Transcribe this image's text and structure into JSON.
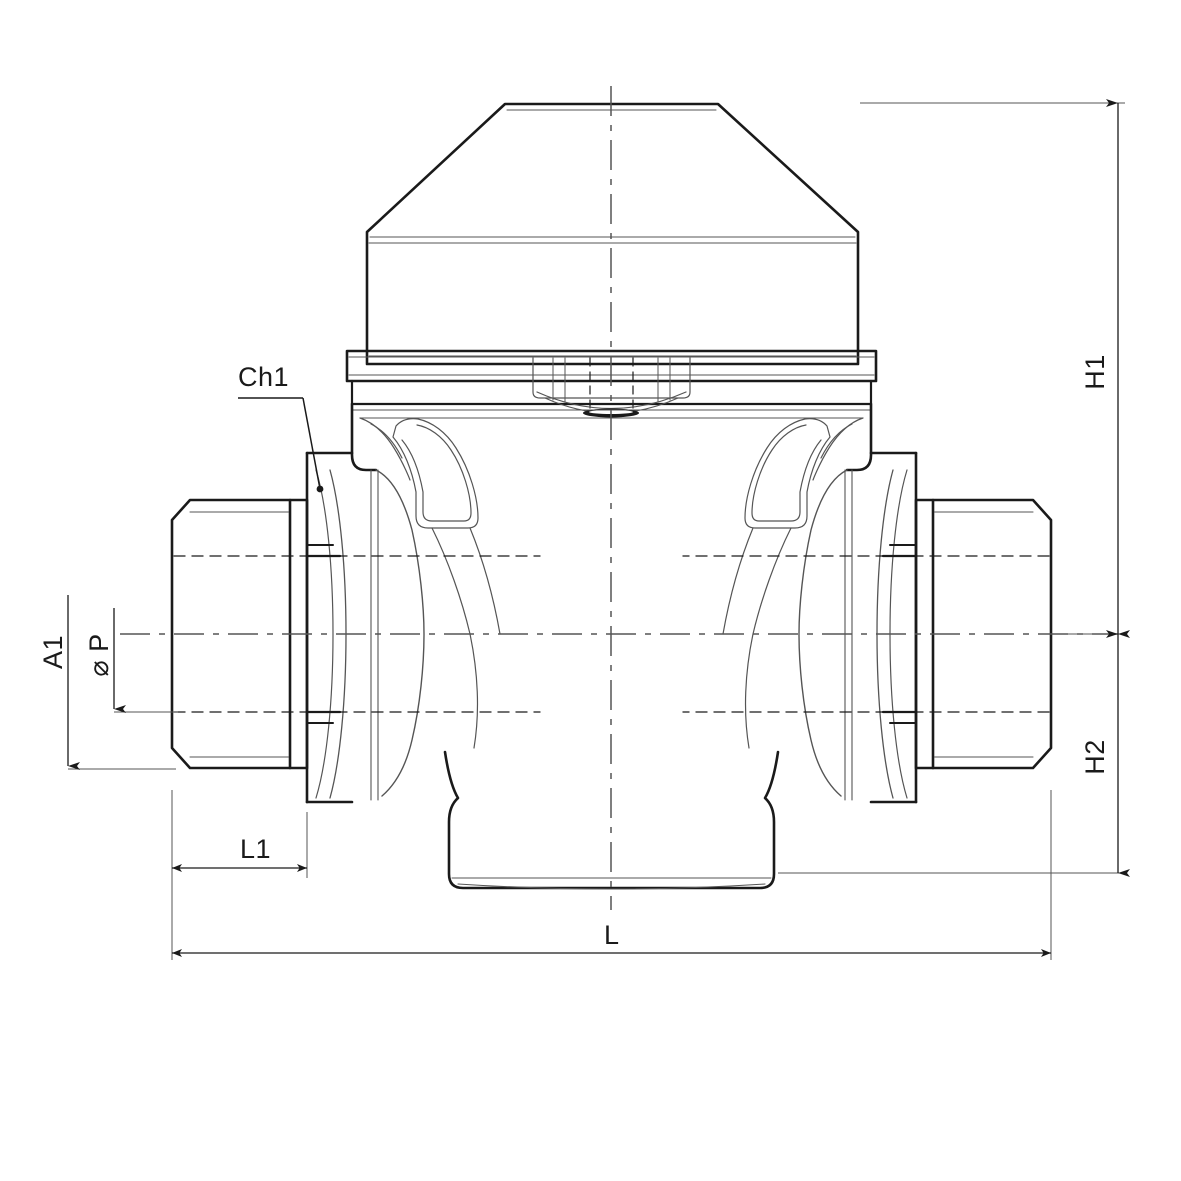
{
  "drawing": {
    "type": "technical-engineering-drawing",
    "subject": "single-jet water meter / volumetric meter front elevation with threaded union connectors",
    "projection": "front elevation, symmetric about vertical centre axis",
    "line_color": "#1a1a1a",
    "thin_line_color": "#555555",
    "background": "#ffffff"
  },
  "dimensions": {
    "height_overall": {
      "label": "H1",
      "description": "overall height from top of cap to horizontal pipe centre line",
      "side": "right"
    },
    "height_lower": {
      "label": "H2",
      "description": "height from horizontal pipe centre line down to bottom of body",
      "side": "right"
    },
    "length_overall": {
      "label": "L",
      "description": "overall length across both union nuts",
      "side": "bottom"
    },
    "length_connector": {
      "label": "L1",
      "description": "length of union nut / connector section",
      "side": "bottom-left"
    },
    "axis_height": {
      "label": "A1",
      "description": "vertical distance from pipe centre to lower outer extent",
      "side": "left"
    },
    "thread_diameter": {
      "label": "⌀ P",
      "plain": "P",
      "symbol": "⌀",
      "description": "nominal thread diameter of union connector",
      "side": "left"
    },
    "chamfer": {
      "label": "Ch1",
      "description": "chamfer callout on body boss face",
      "side": "upper-left",
      "leader": true
    }
  },
  "labels": [
    {
      "id": "ch1",
      "text": "Ch1"
    },
    {
      "id": "a1",
      "text": "A1"
    },
    {
      "id": "phi_p",
      "text": "P"
    },
    {
      "id": "h1",
      "text": "H1"
    },
    {
      "id": "h2",
      "text": "H2"
    },
    {
      "id": "l1",
      "text": "L1"
    },
    {
      "id": "l",
      "text": "L"
    }
  ]
}
